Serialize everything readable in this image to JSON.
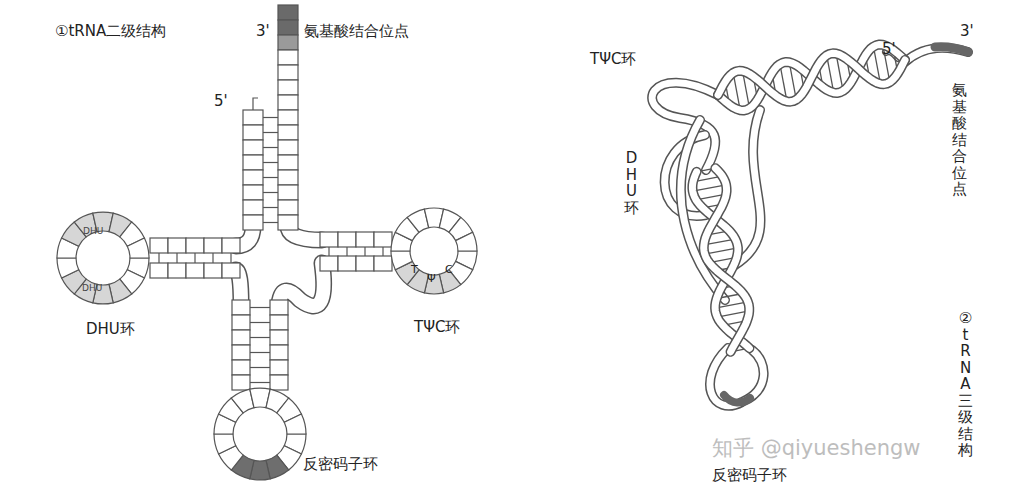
{
  "diagram": {
    "labels": [
      "①tRNA二级结构",
      "3'",
      "氨基酸结合位点",
      "5'",
      "DHU",
      "DHU",
      "DHU环",
      "TΨC环",
      "T",
      "Ψ",
      "C",
      "反密码子环",
      "TΨC环",
      "DHU环",
      "5'",
      "3'",
      "氨基酸结合位点",
      "②tRNA三级结构",
      "反密码子环",
      "知乎 @qiyueshengw"
    ]
  }
}
